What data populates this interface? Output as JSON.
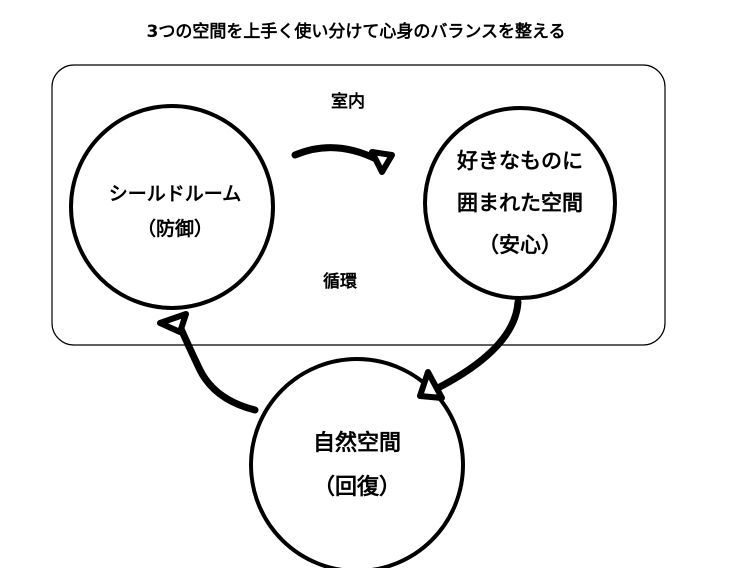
{
  "title": "3つの空間を上手く使い分けて心身のバランスを整える",
  "labels": {
    "indoor": "室内",
    "cycle": "循環"
  },
  "nodes": {
    "shield_room": {
      "line1": "シールドルーム",
      "line2": "（防御）"
    },
    "favorite_space": {
      "line1": "好きなものに",
      "line2": "囲まれた空間",
      "line3": "（安心）"
    },
    "nature_space": {
      "line1": "自然空間",
      "line2": "（回復）"
    }
  },
  "colors": {
    "stroke": "#000000",
    "background": "#ffffff"
  }
}
